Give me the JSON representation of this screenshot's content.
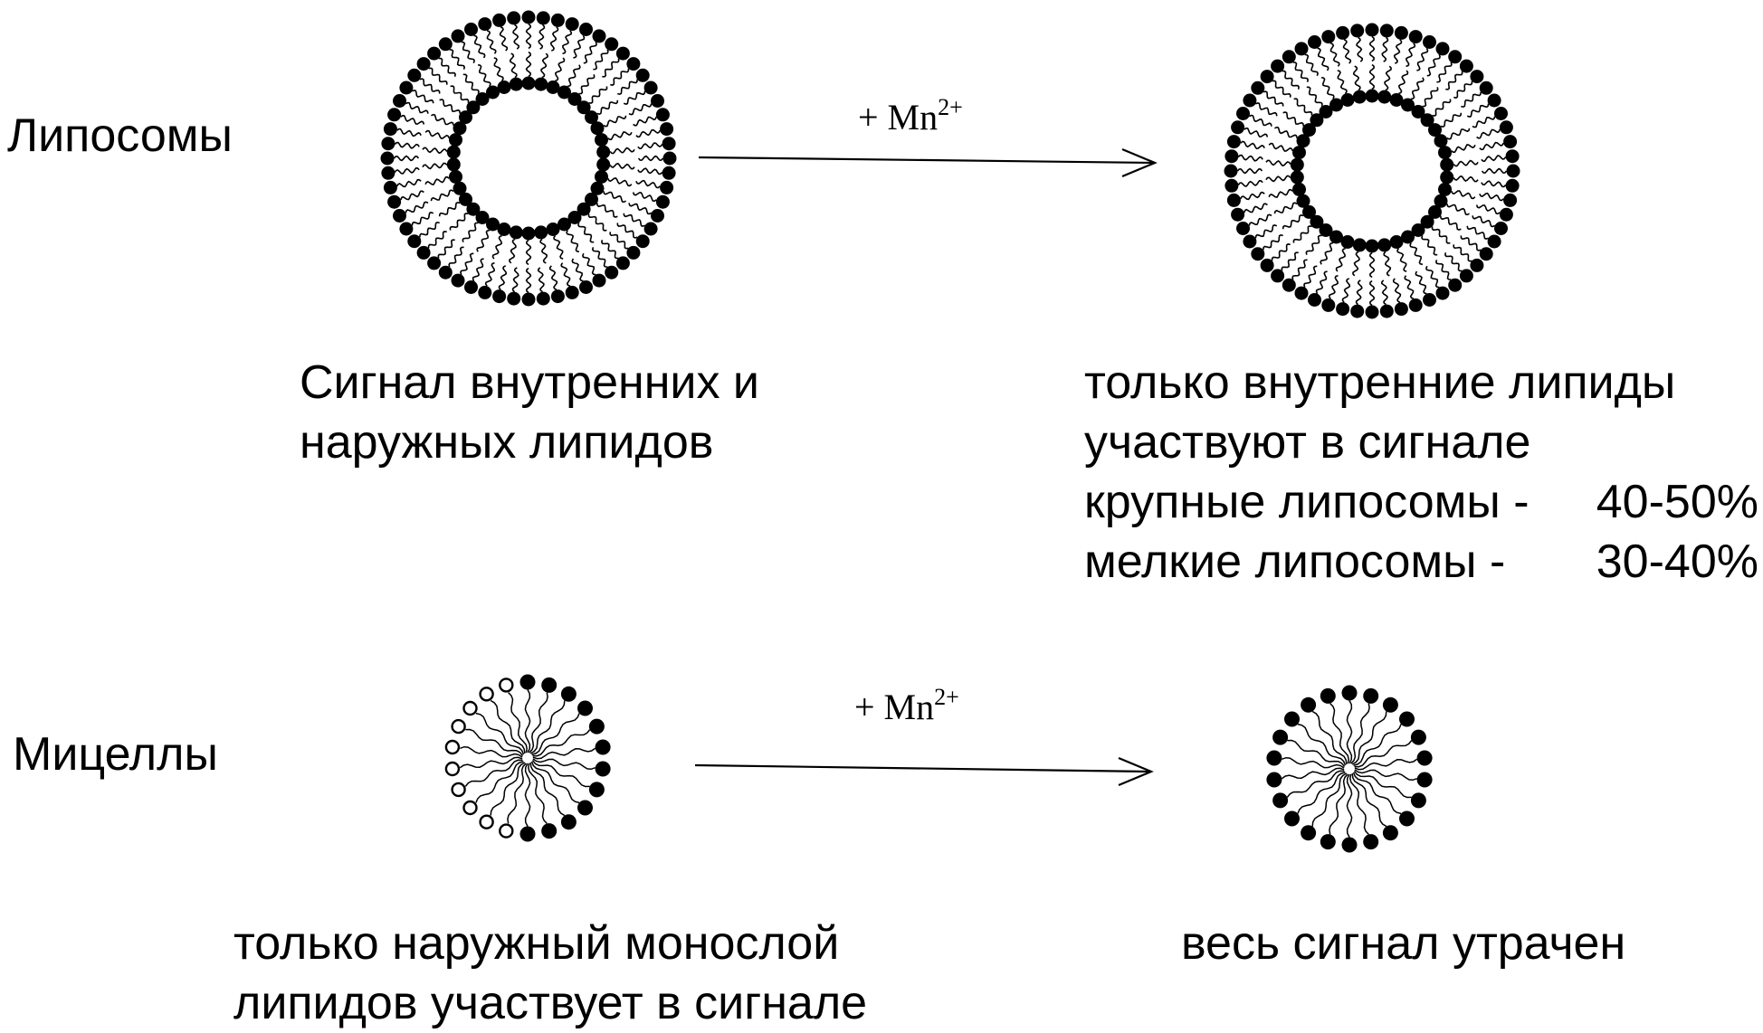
{
  "rows": {
    "liposomes": {
      "label": "Липосомы",
      "reagent": {
        "text": "+ Mn",
        "superscript": "2+"
      },
      "caption_before": [
        "Сигнал внутренних и",
        "наружных липидов"
      ],
      "caption_after": [
        "только внутренние липиды",
        "участвуют в сигнале"
      ],
      "size_stats": [
        {
          "label": "крупные липосомы -",
          "value": "40-50%"
        },
        {
          "label": "мелкие липосомы -",
          "value": "30-40%"
        }
      ]
    },
    "micelles": {
      "label": "Мицеллы",
      "reagent": {
        "text": "+ Mn",
        "superscript": "2+"
      },
      "caption_before": [
        "только наружный монослой",
        "липидов участвует в сигнале"
      ],
      "caption_after": [
        "весь сигнал утрачен"
      ]
    }
  },
  "colors": {
    "ink": "#000000",
    "background": "#ffffff"
  }
}
